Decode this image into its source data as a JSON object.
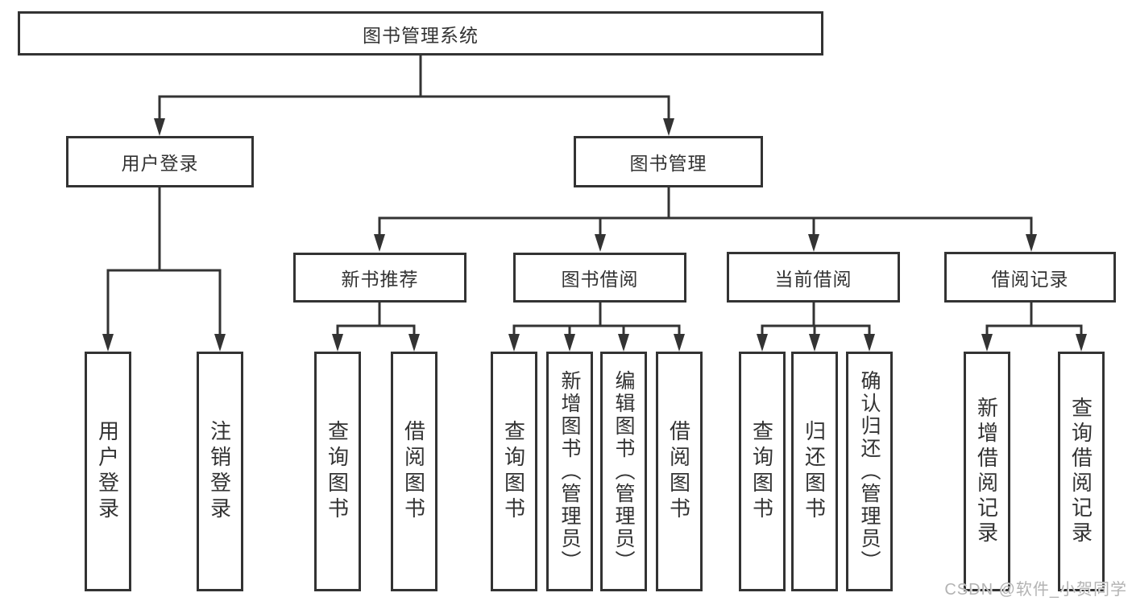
{
  "nodes": {
    "root": "图书管理系统",
    "user_login": "用户登录",
    "book_management": "图书管理",
    "new_book_recommend": "新书推荐",
    "book_borrow": "图书借阅",
    "current_borrow": "当前借阅",
    "borrow_records": "借阅记录",
    "leaf_user_login": "用户登录",
    "leaf_logout": "注销登录",
    "leaf_nb_query_books": "查询图书",
    "leaf_nb_borrow_books": "借阅图书",
    "leaf_bb_query_books": "查询图书",
    "leaf_bb_add_books": "新增图书（管理员）",
    "leaf_bb_edit_books": "编辑图书（管理员）",
    "leaf_bb_borrow_books": "借阅图书",
    "leaf_cb_query_books": "查询图书",
    "leaf_cb_return_books": "归还图书",
    "leaf_cb_confirm_return": "确认归还（管理员）",
    "leaf_br_add_record": "新增借阅记录",
    "leaf_br_query_record": "查询借阅记录"
  },
  "watermark": "CSDN @软件_小贺同学",
  "colors": {
    "line": "#333333",
    "text": "#333333",
    "background": "#ffffff",
    "watermark": "#b3b3b3"
  }
}
